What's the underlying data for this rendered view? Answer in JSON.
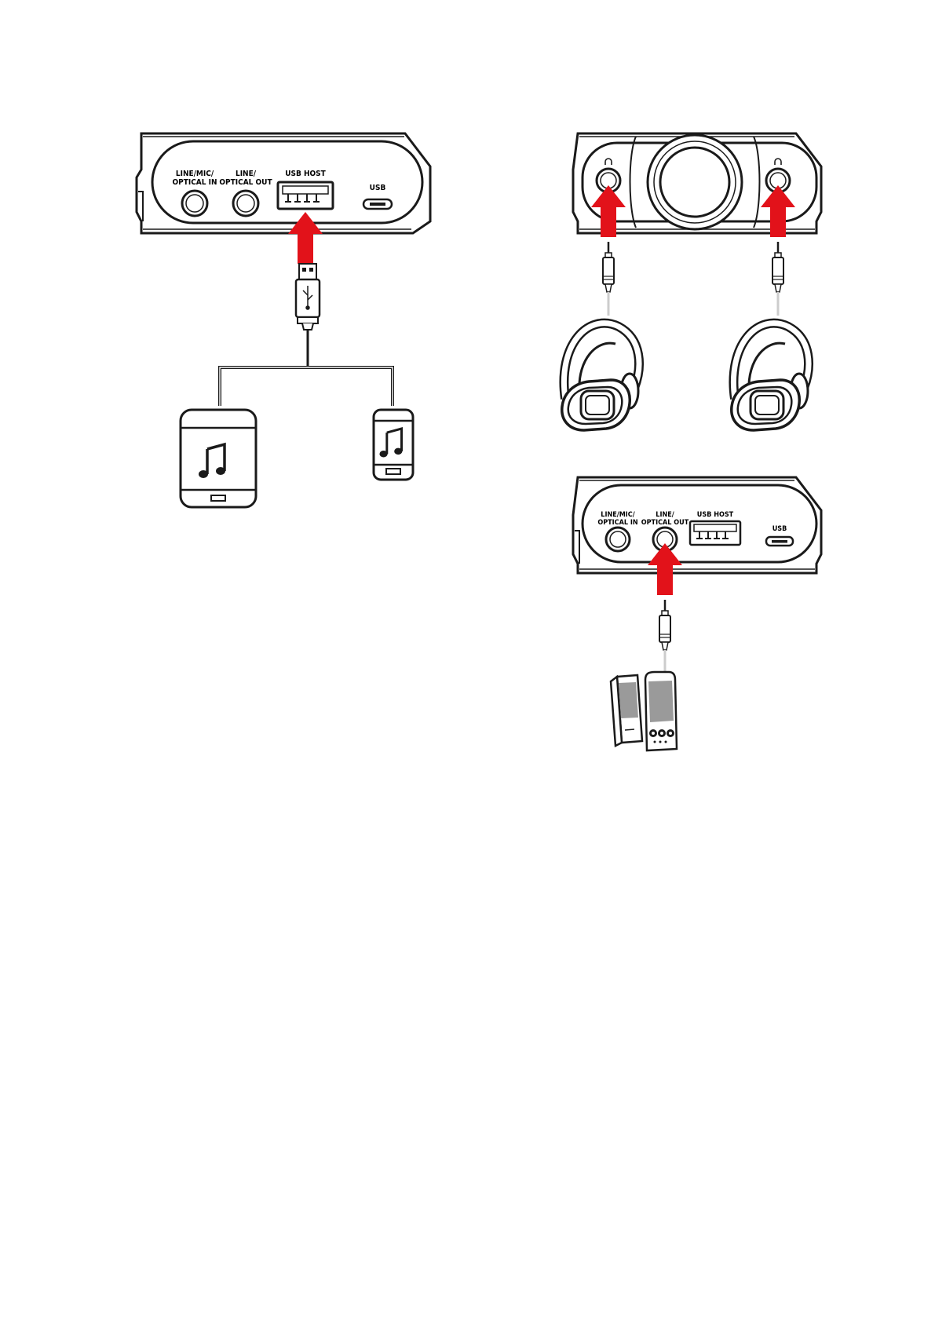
{
  "device_rear_panel": {
    "port_line_mic_optical_in_line1": "LINE/MIC/",
    "port_line_mic_optical_in_line2": "OPTICAL IN",
    "port_line_optical_out_line1": "LINE/",
    "port_line_optical_out_line2": "OPTICAL OUT",
    "port_usb_host": "USB HOST",
    "port_usb": "USB"
  },
  "icons": {
    "left_source_device": "music-note-icon",
    "right_source_device": "music-note-icon",
    "front_listeners": "headphones-icon",
    "rear_output": "speakers-icon"
  },
  "colors": {
    "arrow": "#e2121a",
    "line": "#1a1a1a",
    "cable": "#cccccc",
    "speaker_grille": "#9a9a9a"
  }
}
